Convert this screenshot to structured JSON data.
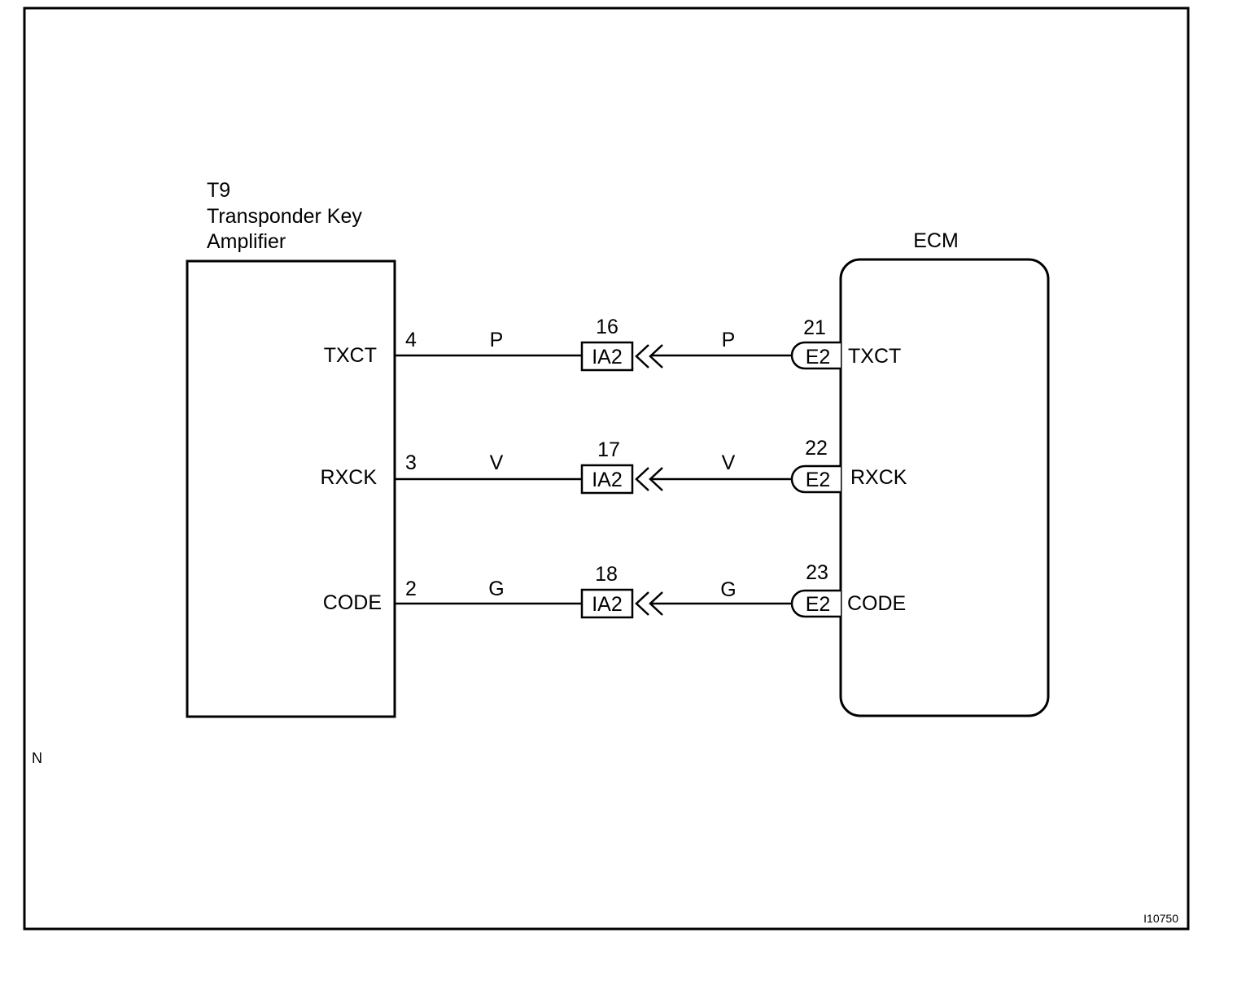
{
  "amplifier": {
    "code": "T9",
    "name_line1": "Transponder Key",
    "name_line2": "Amplifier"
  },
  "ecm": {
    "name": "ECM"
  },
  "circuits": [
    {
      "amp_terminal": "TXCT",
      "amp_pin": "4",
      "wire_color_left": "P",
      "junction_pin": "16",
      "junction_connector": "IA2",
      "wire_color_right": "P",
      "ecm_pin": "21",
      "ecm_connector": "E2",
      "ecm_terminal": "TXCT"
    },
    {
      "amp_terminal": "RXCK",
      "amp_pin": "3",
      "wire_color_left": "V",
      "junction_pin": "17",
      "junction_connector": "IA2",
      "wire_color_right": "V",
      "ecm_pin": "22",
      "ecm_connector": "E2",
      "ecm_terminal": "RXCK"
    },
    {
      "amp_terminal": "CODE",
      "amp_pin": "2",
      "wire_color_left": "G",
      "junction_pin": "18",
      "junction_connector": "IA2",
      "wire_color_right": "G",
      "ecm_pin": "23",
      "ecm_connector": "E2",
      "ecm_terminal": "CODE"
    }
  ],
  "corner_mark": "N",
  "figure_id": "I10750"
}
